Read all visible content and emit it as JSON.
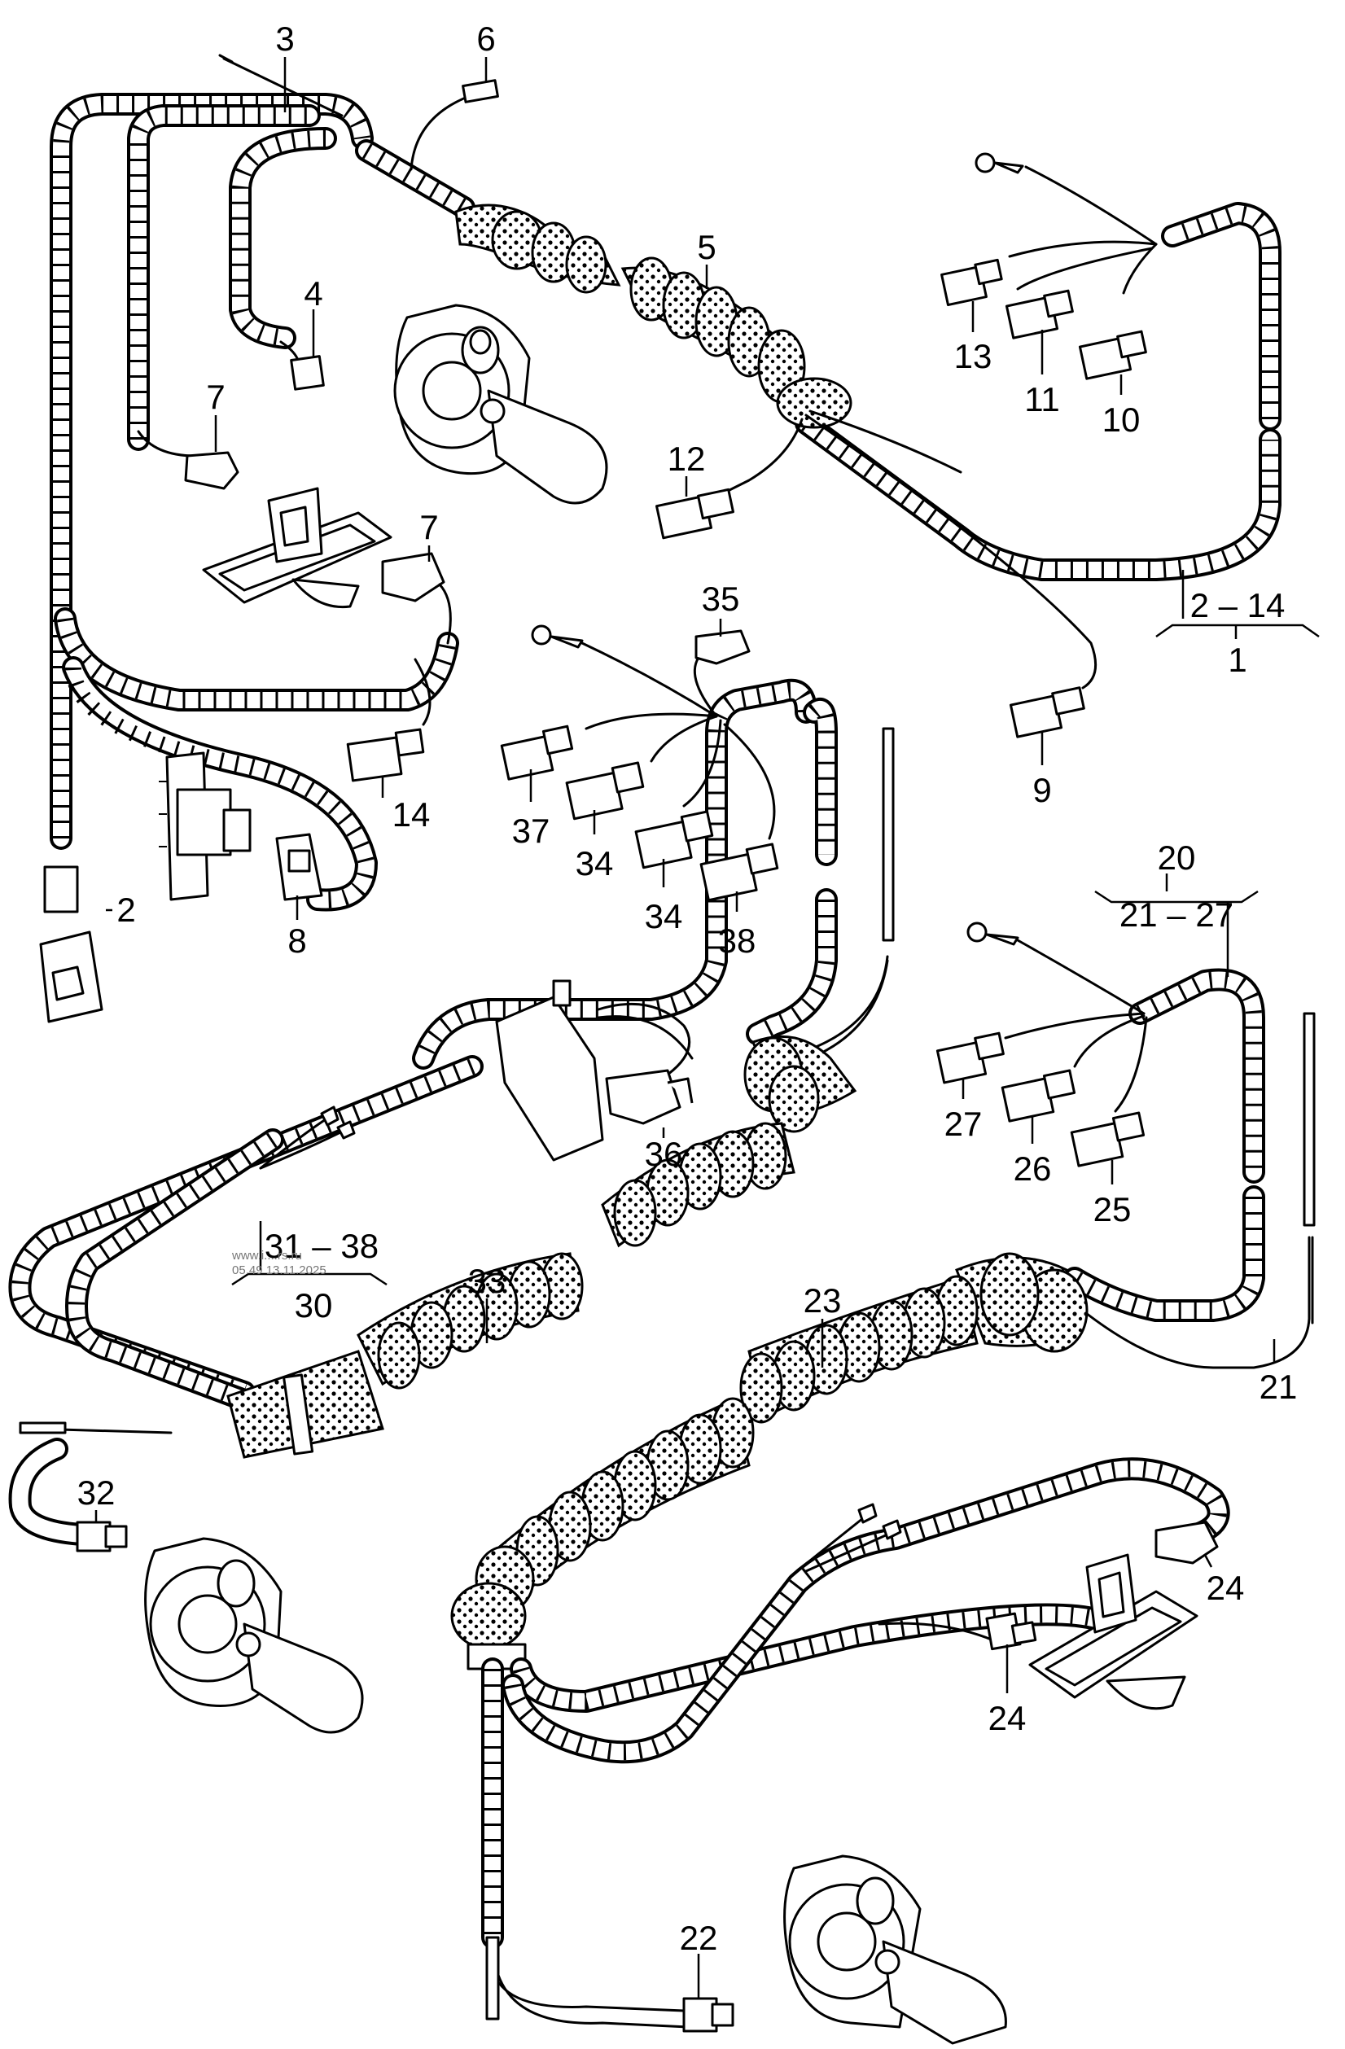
{
  "diagram": {
    "callouts": {
      "c1": "1",
      "c2": "2",
      "c3": "3",
      "c4": "4",
      "c5": "5",
      "c6": "6",
      "c7a": "7",
      "c7b": "7",
      "c8": "8",
      "c9": "9",
      "c10": "10",
      "c11": "11",
      "c12": "12",
      "c13": "13",
      "c14": "14",
      "c2_14": "2 – 14",
      "c20": "20",
      "c21_27": "21 – 27",
      "c21": "21",
      "c22": "22",
      "c23": "23",
      "c24a": "24",
      "c24b": "24",
      "c25": "25",
      "c26": "26",
      "c27": "27",
      "c30": "30",
      "c31_38": "31 – 38",
      "c32": "32",
      "c33": "33",
      "c34a": "34",
      "c34b": "34",
      "c35": "35",
      "c36": "36",
      "c37": "37",
      "c38": "38"
    },
    "watermark": {
      "line1": "www.i....rs.ru",
      "line2": "05.49 13.11.2025"
    },
    "colors": {
      "line": "#000000",
      "background": "#ffffff"
    }
  }
}
